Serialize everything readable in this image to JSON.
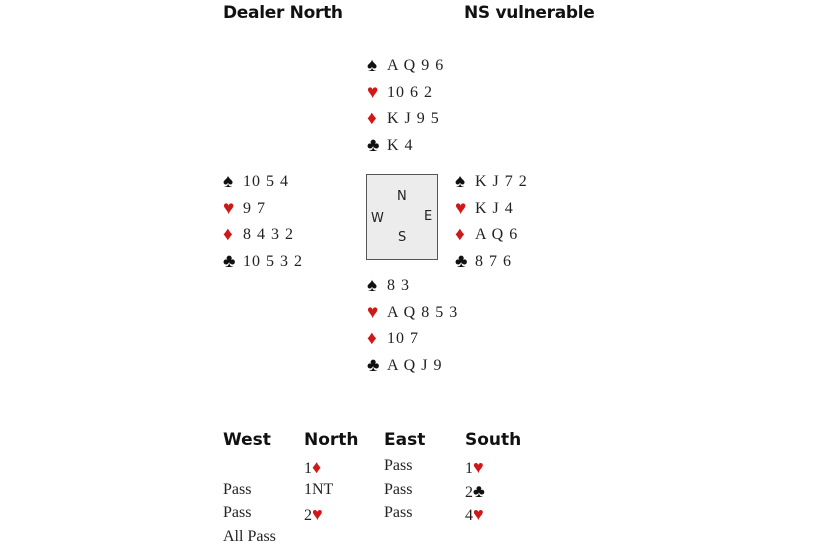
{
  "header": {
    "dealer": "Dealer North",
    "vulnerability": "NS vulnerable"
  },
  "suit_symbols": {
    "spades": "♠",
    "hearts": "♥",
    "diamonds": "♦",
    "clubs": "♣"
  },
  "colors": {
    "red": "#d01818",
    "black": "#111111"
  },
  "hands": {
    "north": {
      "spades": "A Q 9 6",
      "hearts": "10 6 2",
      "diamonds": "K J 9 5",
      "clubs": "K 4"
    },
    "west": {
      "spades": "10 5 4",
      "hearts": "9 7",
      "diamonds": "8 4 3 2",
      "clubs": "10 5 3 2"
    },
    "east": {
      "spades": "K J 7 2",
      "hearts": "K J 4",
      "diamonds": "A Q 6",
      "clubs": "8 7 6"
    },
    "south": {
      "spades": "8 3",
      "hearts": "A Q 8 5 3",
      "diamonds": "10 7",
      "clubs": "A Q J 9"
    }
  },
  "compass": {
    "n": "N",
    "e": "E",
    "s": "S",
    "w": "W"
  },
  "auction": {
    "headers": [
      "West",
      "North",
      "East",
      "South"
    ],
    "rows": [
      [
        {
          "text": ""
        },
        {
          "text": "1",
          "suit": "♦"
        },
        {
          "text": "Pass"
        },
        {
          "text": "1",
          "suit": "♥"
        }
      ],
      [
        {
          "text": "Pass"
        },
        {
          "text": "1NT"
        },
        {
          "text": "Pass"
        },
        {
          "text": "2",
          "suit": "♣"
        }
      ],
      [
        {
          "text": "Pass"
        },
        {
          "text": "2",
          "suit": "♥"
        },
        {
          "text": "Pass"
        },
        {
          "text": "4",
          "suit": "♥"
        }
      ],
      [
        {
          "text": "All Pass"
        }
      ]
    ]
  }
}
